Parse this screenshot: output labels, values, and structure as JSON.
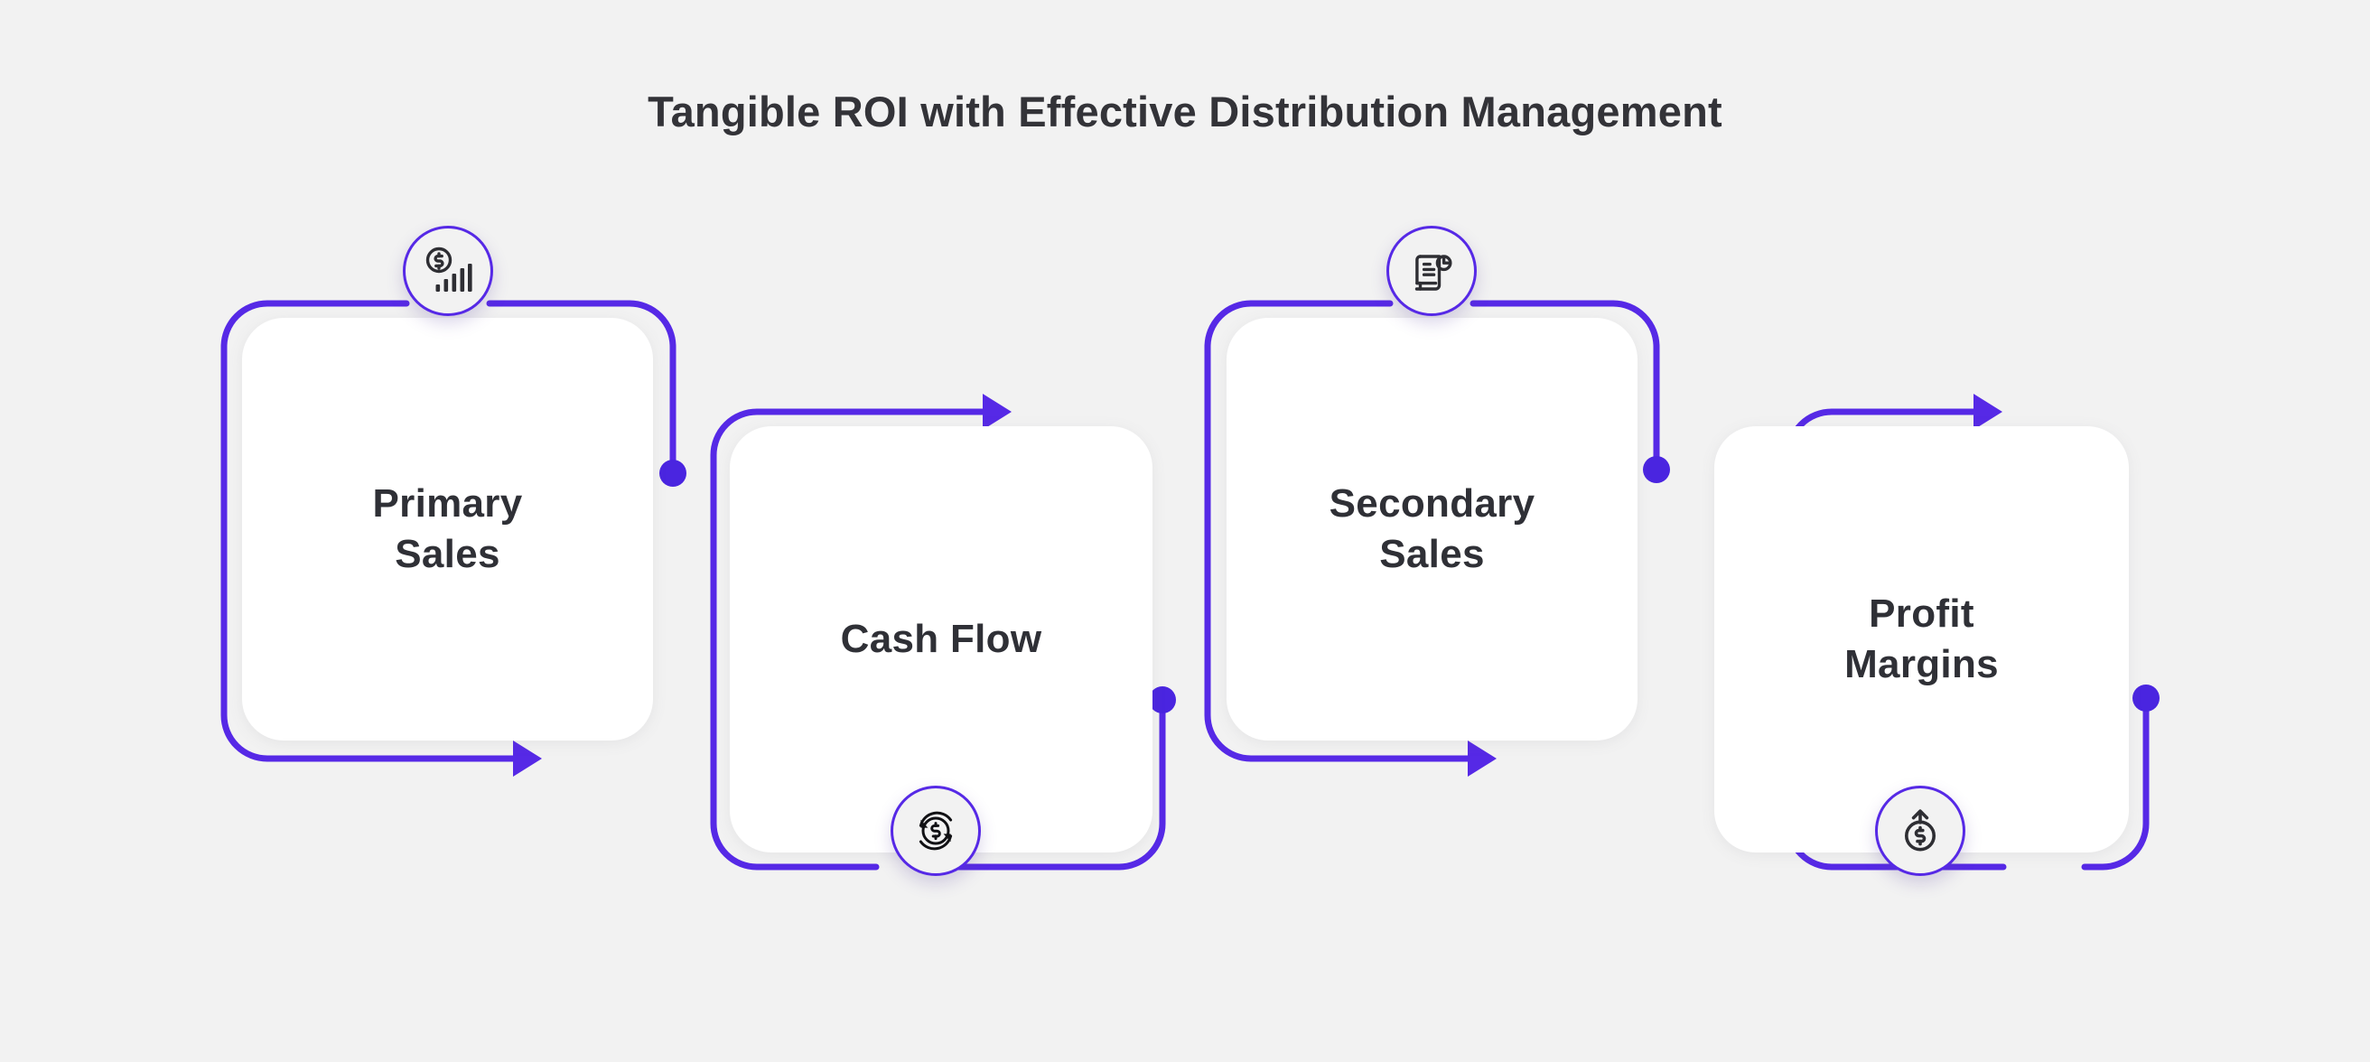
{
  "page": {
    "title": "Tangible ROI with Effective Distribution Management",
    "background_color": "#f2f2f2",
    "title_color": "#333338"
  },
  "theme": {
    "accent": "#5629e6",
    "card_fill": "#ffffff",
    "label_color": "#2f3036",
    "icon_stroke": "#2e2e33",
    "badge_fill": "#f2f2f2"
  },
  "diagram": {
    "type": "process-flow",
    "direction": "left-to-right",
    "step_count": 4,
    "steps": [
      {
        "index": 1,
        "label": "Primary\nSales",
        "icon_name": "dollar-bar-chart-icon",
        "icon_position": "top",
        "arrow_position": "bottom",
        "terminus": "dot-right"
      },
      {
        "index": 2,
        "label": "Cash Flow",
        "icon_name": "dollar-refresh-cycle-icon",
        "icon_position": "bottom",
        "arrow_position": "top",
        "terminus": "dot-right"
      },
      {
        "index": 3,
        "label": "Secondary\nSales",
        "icon_name": "scroll-report-pie-icon",
        "icon_position": "top",
        "arrow_position": "bottom",
        "terminus": "dot-right"
      },
      {
        "index": 4,
        "label": "Profit\nMargins",
        "icon_name": "dollar-up-arrow-icon",
        "icon_position": "bottom",
        "arrow_position": "top",
        "terminus": "dot-right"
      }
    ]
  }
}
